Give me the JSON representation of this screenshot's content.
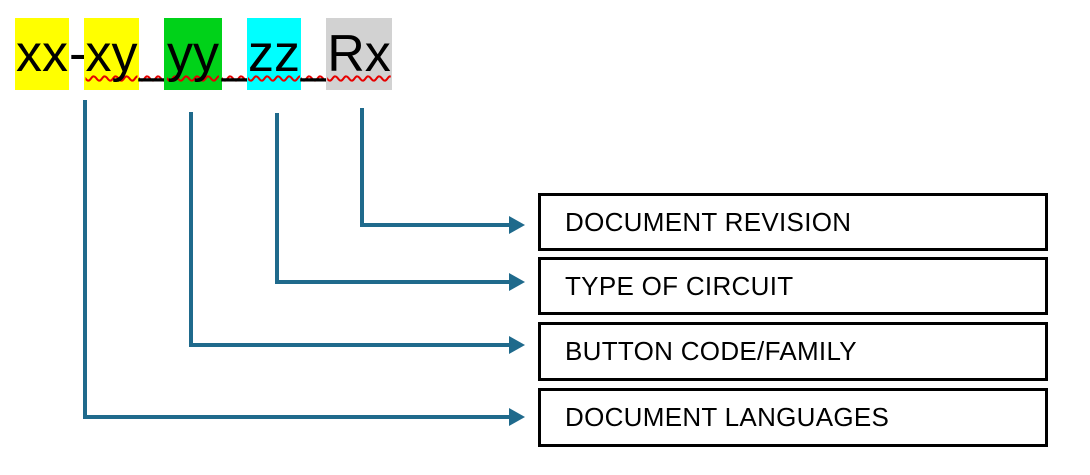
{
  "code": {
    "full_string": "xx-xy_yy_zz_Rx",
    "segments": [
      {
        "text": "xx",
        "highlight": "yellow"
      },
      {
        "text": "-",
        "highlight": "none"
      },
      {
        "text": "xy",
        "highlight": "yellow"
      },
      {
        "text": "_",
        "highlight": "none"
      },
      {
        "text": "yy",
        "highlight": "green"
      },
      {
        "text": "_",
        "highlight": "none"
      },
      {
        "text": "zz",
        "highlight": "cyan"
      },
      {
        "text": "_",
        "highlight": "none"
      },
      {
        "text": "Rx",
        "highlight": "gray"
      }
    ]
  },
  "legend": {
    "items": [
      {
        "label": "DOCUMENT REVISION",
        "code_part": "Rx"
      },
      {
        "label": "TYPE OF CIRCUIT",
        "code_part": "zz"
      },
      {
        "label": "BUTTON CODE/FAMILY",
        "code_part": "yy"
      },
      {
        "label": "DOCUMENT LANGUAGES",
        "code_part": "xx-xy"
      }
    ]
  },
  "icons": {
    "connector_arrow": "arrow-right-icon"
  },
  "colors": {
    "hl-yellow": "#ffff00",
    "hl-green": "#00d219",
    "hl-cyan": "#00ffff",
    "hl-gray": "#d2d2d2",
    "connector-blue": "#1f6a8c",
    "squiggle-red": "#e60000",
    "box-border": "#000000"
  }
}
